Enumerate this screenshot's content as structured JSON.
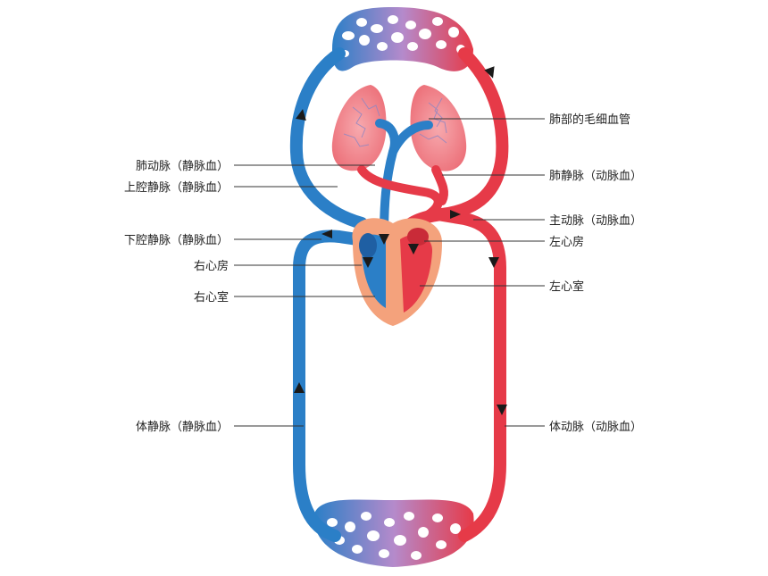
{
  "labels": {
    "pulmonary_capillaries": "肺部的毛细血管",
    "pulmonary_artery": "肺动脉（静脉血）",
    "pulmonary_vein": "肺静脉（动脉血）",
    "superior_vena_cava": "上腔静脉（静脉血）",
    "aorta": "主动脉（动脉血）",
    "inferior_vena_cava": "下腔静脉（静脉血）",
    "left_atrium": "左心房",
    "right_atrium": "右心房",
    "left_ventricle": "左心室",
    "right_ventricle": "右心室",
    "systemic_vein": "体静脉（静脉血）",
    "systemic_artery": "体动脉（动脉血）"
  },
  "colors": {
    "venous_blood": "#2b7fc7",
    "arterial_blood": "#e63a48",
    "lung_tissue": "#f08890",
    "capillary_mix": "#b58acb",
    "heart_wall": "#f4a27c"
  }
}
